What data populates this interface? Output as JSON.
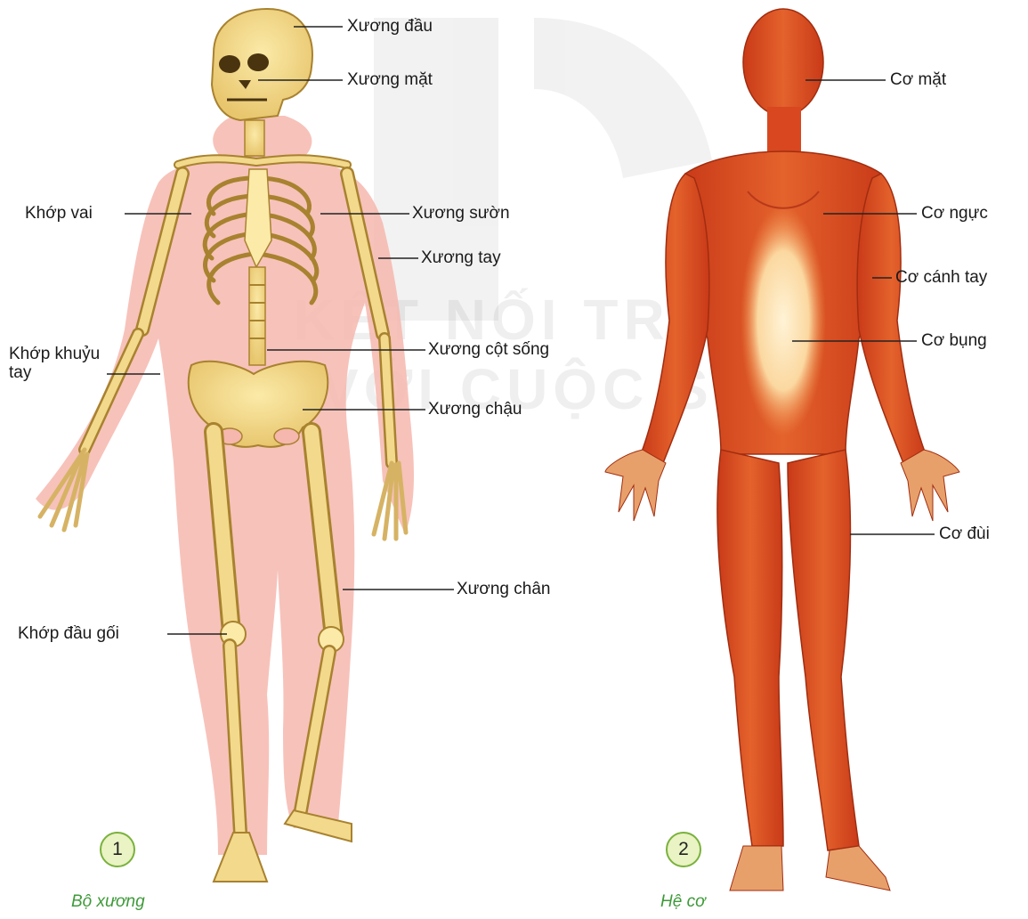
{
  "watermark": {
    "line1": "KẾT NỐI TRI THỨC",
    "line2": "VỚI CUỘC SỐNG"
  },
  "skeleton": {
    "badge": "1",
    "caption": "Bộ xương",
    "labels": {
      "xuong_dau": "Xương đầu",
      "xuong_mat": "Xương mặt",
      "khop_vai": "Khớp vai",
      "xuong_suon": "Xương sườn",
      "xuong_tay": "Xương tay",
      "khop_khuyu_tay": "Khớp khuỷu tay",
      "xuong_cot_song": "Xương cột sống",
      "xuong_chau": "Xương chậu",
      "xuong_chan": "Xương chân",
      "khop_dau_goi": "Khớp đầu gối"
    }
  },
  "muscle": {
    "badge": "2",
    "caption": "Hệ cơ",
    "labels": {
      "co_mat": "Cơ mặt",
      "co_nguc": "Cơ ngực",
      "co_canh_tay": "Cơ cánh tay",
      "co_bung": "Cơ bụng",
      "co_dui": "Cơ đùi"
    }
  },
  "colors": {
    "body_outline": "#f6b7ae",
    "bone": "#f3d98c",
    "bone_edge": "#a8822f",
    "muscle": "#d8471f",
    "muscle_light": "#f4a35c",
    "badge_fill": "#e9f3c4",
    "badge_border": "#7ab13c",
    "caption": "#3e9a3a"
  }
}
